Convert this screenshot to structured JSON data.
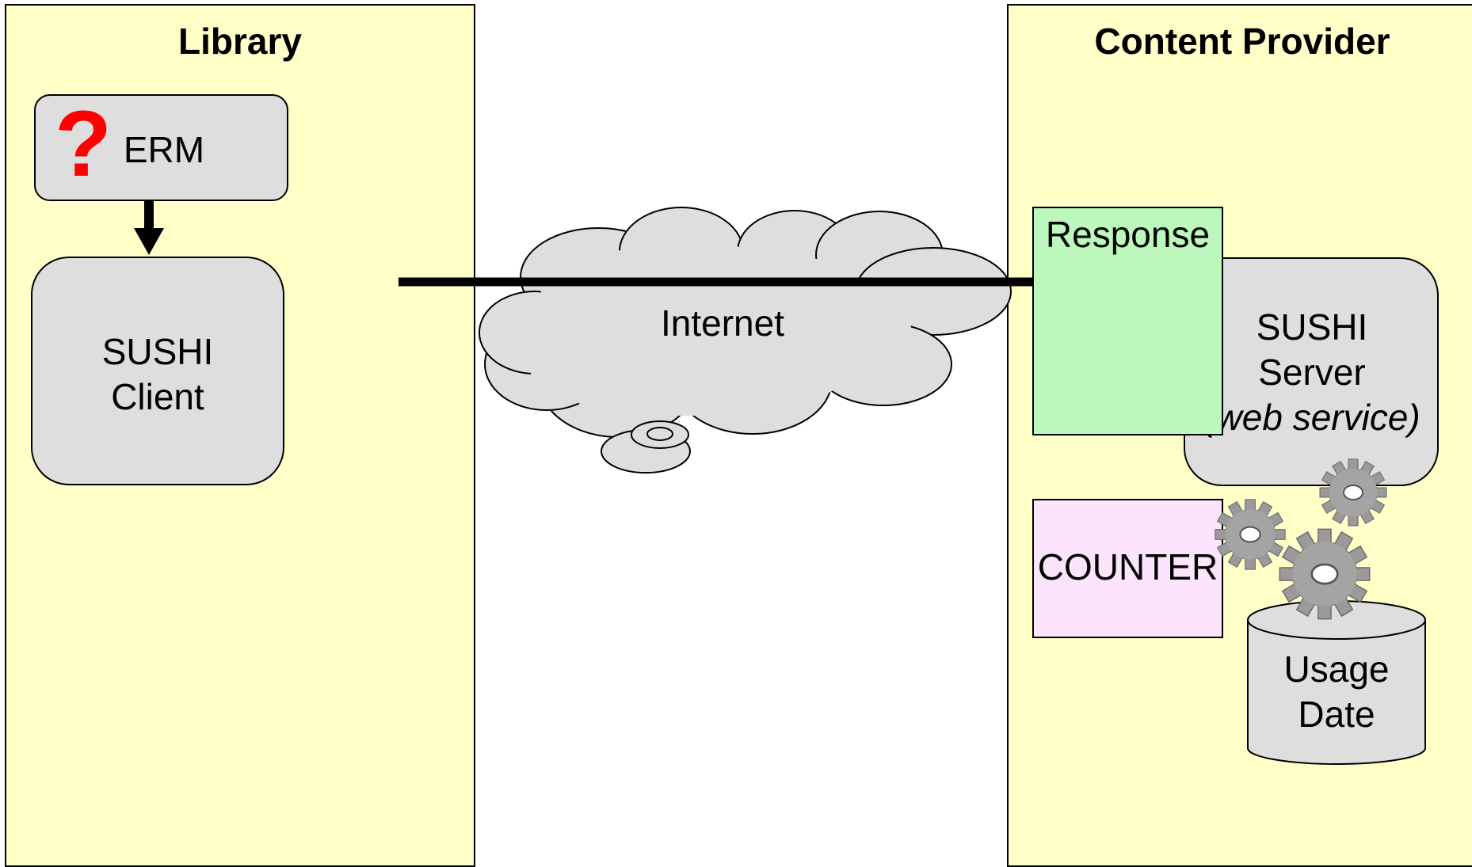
{
  "library": {
    "title": "Library",
    "erm": {
      "label": "ERM",
      "marker": "?"
    },
    "client": {
      "line1": "SUSHI",
      "line2": "Client"
    }
  },
  "network": {
    "label": "Internet"
  },
  "provider": {
    "title": "Content Provider",
    "response": {
      "label": "Response"
    },
    "server": {
      "line1": "SUSHI",
      "line2": "Server",
      "line3": "(web service)"
    },
    "counter": {
      "label": "COUNTER"
    },
    "usage": {
      "line1": "Usage",
      "line2": "Date"
    }
  },
  "colors": {
    "panel_fill": "#ffffc8",
    "box_fill": "#dedede",
    "response_fill": "#bcf8bc",
    "counter_fill": "#fce4fc",
    "question_mark": "#ff0000",
    "gear_fill": "#9a9a9a"
  },
  "icons": [
    "question-mark-icon",
    "down-arrow-icon",
    "cloud-icon",
    "gears-icon",
    "database-cylinder-icon"
  ]
}
